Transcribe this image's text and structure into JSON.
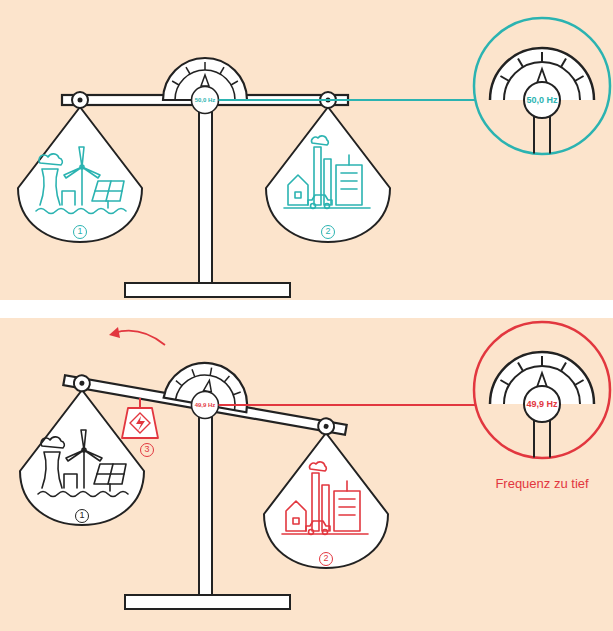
{
  "diagram": {
    "nodes": [
      {
        "text": [
          "50,0 Hz"
        ]
      },
      {
        "text": [
          "50,0 Hz"
        ]
      },
      {
        "text": [
          "49,9 Hz"
        ]
      },
      {
        "text": [
          "49,9 Hz",
          "Frequenz zu tief"
        ]
      }
    ],
    "edges": [
      {
        "from": 0,
        "to": 1,
        "arrow": "none"
      },
      {
        "from": 2,
        "to": 3,
        "arrow": "none"
      }
    ],
    "labels": [
      "1",
      "2",
      "3",
      "1",
      "2"
    ]
  }
}
